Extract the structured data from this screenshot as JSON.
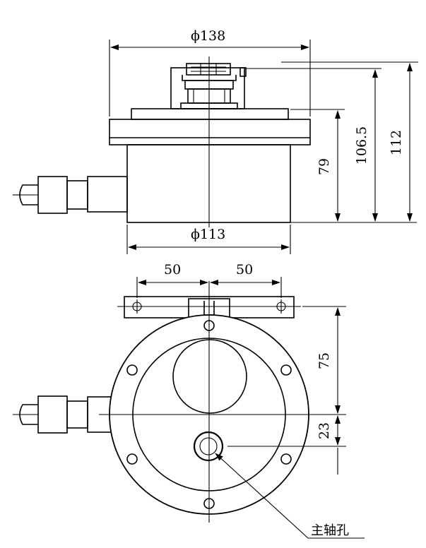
{
  "dimensions": {
    "top_diameter": "ϕ138",
    "bottom_diameter": "ϕ113",
    "height_79": "79",
    "height_106_5": "106.5",
    "height_112": "112",
    "spacing_left": "50",
    "spacing_right": "50",
    "offset_75": "75",
    "offset_23": "23"
  },
  "labels": {
    "spindle_hole": "主轴孔"
  }
}
